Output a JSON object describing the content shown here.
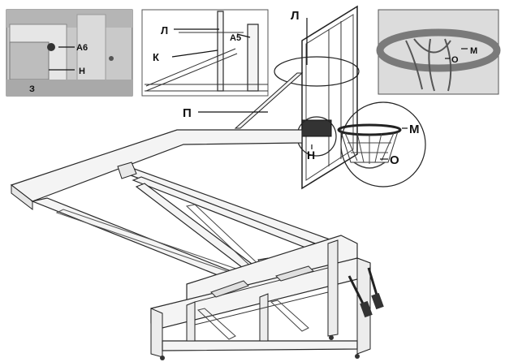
{
  "labels": {
    "inset1_a6": "А6",
    "inset1_h": "Н",
    "inset1_z": "З",
    "inset2_l": "Л",
    "inset2_a5": "А5",
    "inset2_k": "К",
    "main_l": "Л",
    "inset3_o": "О",
    "inset3_m": "М",
    "main_p": "П",
    "main_m": "М",
    "main_h": "Н",
    "main_o": "О"
  },
  "colors": {
    "line": "#2a2a2a",
    "panel": "#f4f4f4",
    "photo_bg": "#cfcfcf",
    "photo_dark": "#8a8a8a"
  }
}
